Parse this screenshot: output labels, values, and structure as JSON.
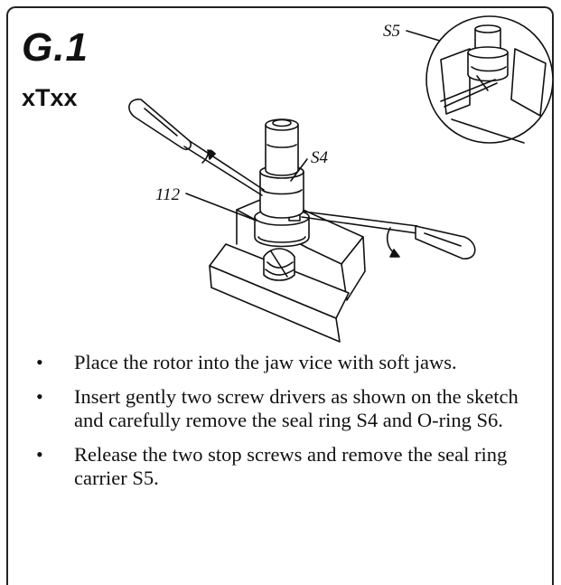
{
  "section": {
    "heading": "G.1",
    "subheading": "xTxx"
  },
  "illustration": {
    "callouts": {
      "seal_ring": "S4",
      "rotor": "112",
      "seal_ring_carrier": "S5"
    }
  },
  "instructions": [
    "Place the rotor into the jaw vice with soft jaws.",
    "Insert gently two screw drivers as shown on the sketch and carefully remove the seal ring S4 and O-ring S6.",
    "Release the two stop screws and remove the seal ring carrier S5."
  ]
}
